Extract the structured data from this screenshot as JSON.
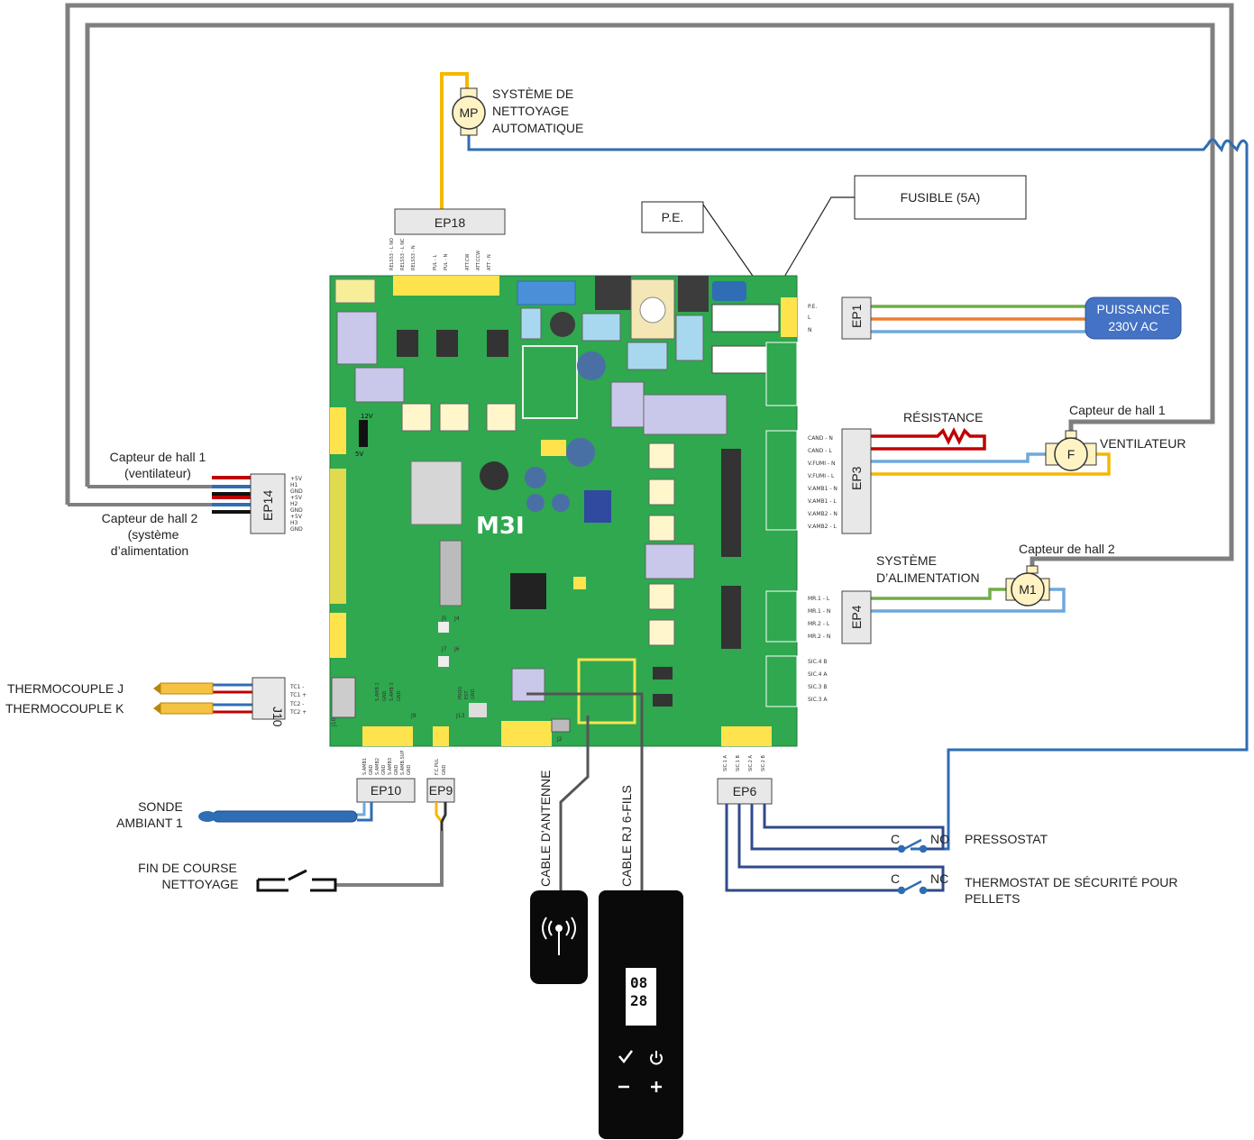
{
  "colors": {
    "pcb_green": "#2fa84f",
    "wire_grey": "#7f7f7f",
    "wire_blue": "#2f6db5",
    "wire_yellow": "#f5b800",
    "wire_red": "#c00000",
    "wire_orange": "#ed7d31",
    "wire_lightblue": "#6fa8dc",
    "wire_green": "#70ad47",
    "connector_fill": "#e8e8e8",
    "power_fill": "#4472c4"
  },
  "connectors": {
    "ep18": "EP18",
    "ep1": "EP1",
    "ep3": "EP3",
    "ep4": "EP4",
    "ep14": "EP14",
    "j10": "J10",
    "ep10": "EP10",
    "ep9": "EP9",
    "ep6": "EP6"
  },
  "components": {
    "motor_mp": "MP",
    "motor_f": "F",
    "motor_m1": "M1"
  },
  "labels": {
    "cleaning_system": [
      "SYSTÈME DE",
      "NETTOYAGE",
      "AUTOMATIQUE"
    ],
    "fuse": "FUSIBLE (5A)",
    "pe": "P.E.",
    "power": [
      "PUISSANCE",
      "230V AC"
    ],
    "resistance": "RÉSISTANCE",
    "hall1_right": "Capteur de hall 1",
    "fan": "VENTILATEUR",
    "hall2_right": "Capteur de hall 2",
    "feed_system": [
      "SYSTÈME",
      "D’ALIMENTATION"
    ],
    "hall1_left": [
      "Capteur de hall 1",
      "(ventilateur)"
    ],
    "hall2_left": [
      "Capteur de hall 2",
      "(système",
      "d’alimentation"
    ],
    "thermocouple_j": "THERMOCOUPLE J",
    "thermocouple_k": "THERMOCOUPLE K",
    "probe": [
      "SONDE",
      "AMBIANT 1"
    ],
    "limit_switch": [
      "FIN DE COURSE",
      "NETTOYAGE"
    ],
    "antenna_cable": "CABLE D'ANTENNE",
    "rj_cable": "CABLE RJ 6-FILS",
    "pressostat": "PRESSOSTAT",
    "safety_thermostat": [
      "THERMOSTAT DE SÉCURITÉ POUR",
      "PELLETS"
    ],
    "contact_c1": "C",
    "contact_no": "NO",
    "contact_c2": "C",
    "contact_nc": "NC",
    "board_logo": "M3I",
    "display_digits": [
      "08",
      "28"
    ],
    "jumper_12v": "12V",
    "jumper_5v": "5V"
  },
  "pins": {
    "ep1": [
      "P.E.",
      "L",
      "N"
    ],
    "ep3": [
      "CAND - N",
      "CAND - L",
      "V.FUMI - N",
      "V.FUMI - L",
      "V.AMB1 - N",
      "V.AMB1 - L",
      "V.AMB2 - N",
      "V.AMB2 - L"
    ],
    "ep4": [
      "MR.1 - L",
      "MR.1 - N",
      "MR.2 - L",
      "MR.2 - N"
    ],
    "sic": [
      "SIC.4 B",
      "SIC.4 A",
      "SIC.3 B",
      "SIC.3 A"
    ],
    "ep14": [
      "+5V",
      "H1",
      "GND",
      "+5V",
      "H2",
      "GND",
      "+5V",
      "H3",
      "GND"
    ],
    "j10": [
      "TC1 -",
      "TC1 +",
      "TC2 -",
      "TC2 +"
    ],
    "ep18": [
      "RELSS3 - L NO",
      "RELSS3 - L NC",
      "RELSS3 - N",
      "PUL - L",
      "PUL - N",
      "ATT.CW",
      "ATT.CCW",
      "ATT - N"
    ],
    "ep10": [
      "S.AMB1",
      "GND",
      "S.AMB2",
      "GND",
      "S.AMB3",
      "GND",
      "S.AMB.SUP",
      "GND"
    ],
    "ep9": [
      "F.C.PUL",
      "GND"
    ],
    "ep6": [
      "SIC.1 A",
      "SIC.1 B",
      "SIC.2 A",
      "SIC.2 B"
    ],
    "j9": [
      "S.AMB 2",
      "GND",
      "S.AMB 3",
      "GND"
    ],
    "j13": [
      "PROG",
      "EST.",
      "GND"
    ]
  },
  "board_marks": {
    "j5": "J5",
    "j4": "J4",
    "j7": "J7",
    "j6": "J6",
    "j9": "J9",
    "j13": "J13",
    "j2": "J2",
    "j10": "J10"
  }
}
